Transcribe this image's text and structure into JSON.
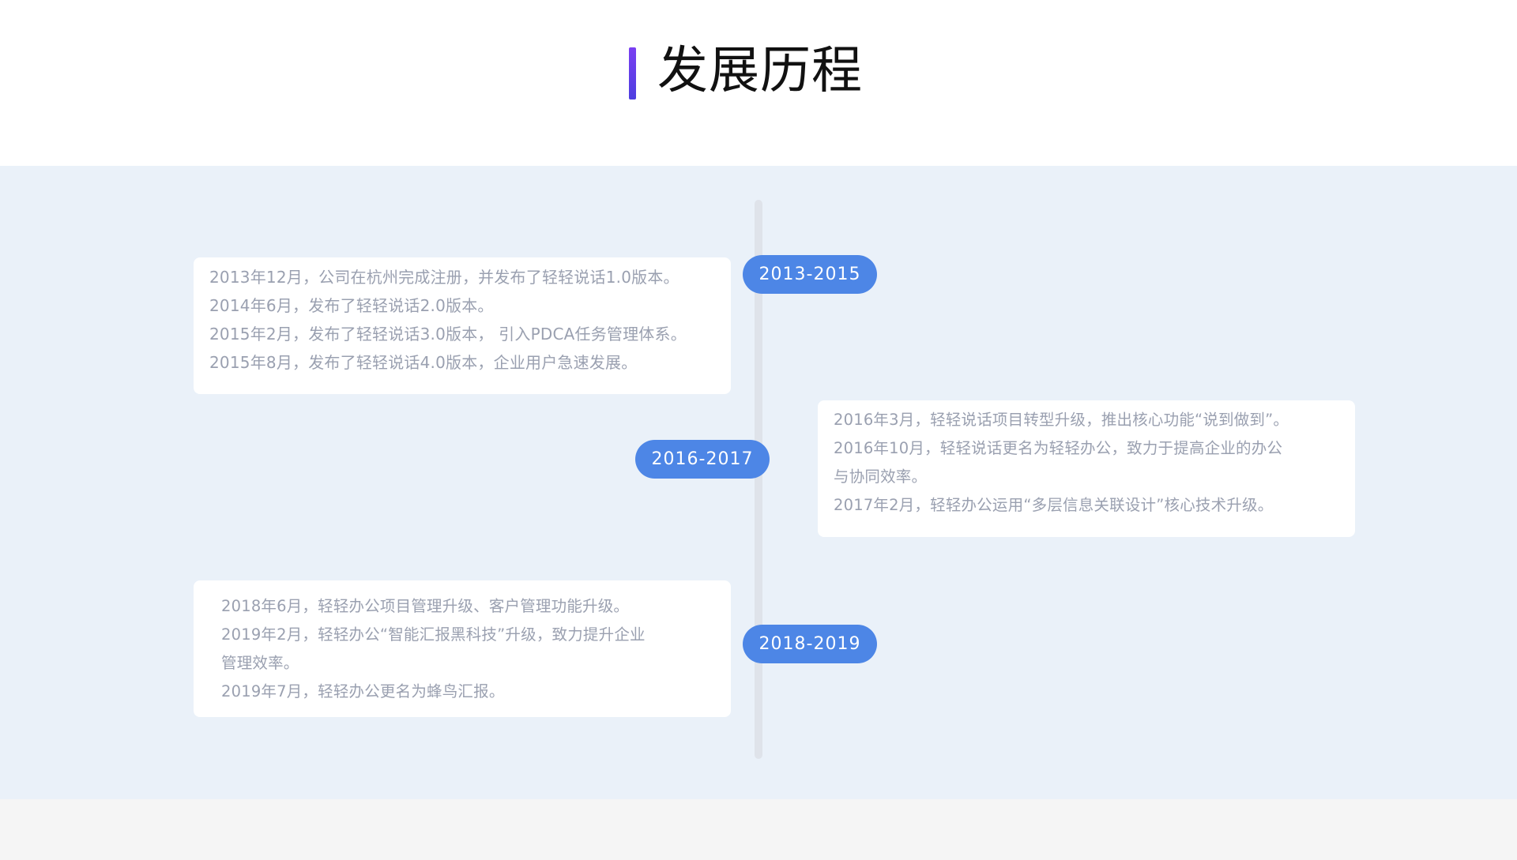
{
  "header": {
    "title": "发展历程"
  },
  "timeline": [
    {
      "period": "2013-2015",
      "events": [
        "2013年12月，公司在杭州完成注册，并发布了轻轻说话1.0版本。",
        "2014年6月，发布了轻轻说话2.0版本。",
        "2015年2月，发布了轻轻说话3.0版本， 引入PDCA任务管理体系。",
        "2015年8月，发布了轻轻说话4.0版本，企业用户急速发展。"
      ]
    },
    {
      "period": "2016-2017",
      "events": [
        "2016年3月，轻轻说话项目转型升级，推出核心功能“说到做到”。",
        "2016年10月，轻轻说话更名为轻轻办公，致力于提高企业的办公",
        "与协同效率。",
        "2017年2月，轻轻办公运用“多层信息关联设计”核心技术升级。"
      ]
    },
    {
      "period": "2018-2019",
      "events": [
        "2018年6月，轻轻办公项目管理升级、客户管理功能升级。",
        "2019年2月，轻轻办公“智能汇报黑科技”升级，致力提升企业",
        "管理效率。",
        "2019年7月，轻轻办公更名为蜂鸟汇报。"
      ]
    }
  ],
  "colors": {
    "accent": "#5b3ee8",
    "pill": "#4d86e6",
    "section_background": "#eaf1f9",
    "event_text": "#9aa0b0"
  }
}
